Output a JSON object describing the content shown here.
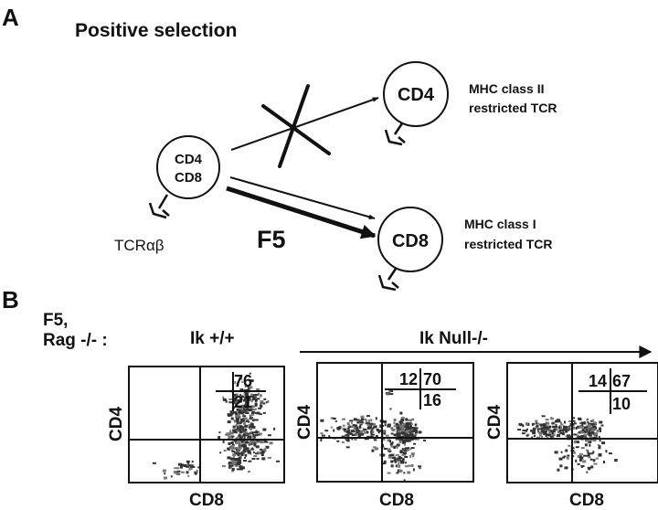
{
  "panel_a": {
    "letter": "A",
    "title": "Positive selection",
    "center_cell": {
      "line1": "CD4",
      "line2": "CD8"
    },
    "receptor_label": "TCRαβ",
    "top_cell": {
      "label": "CD4",
      "note_line1": "MHC class II",
      "note_line2": "restricted TCR"
    },
    "bottom_cell": {
      "label": "CD8",
      "note_line1": "MHC class I",
      "note_line2": "restricted TCR"
    },
    "transgene_label": "F5"
  },
  "panel_b": {
    "letter": "B",
    "row_label_line1": "F5,",
    "row_label_line2": "Rag -/- :",
    "wt_header": "Ik +/+",
    "null_header": "Ik Null-/-",
    "plots": [
      {
        "x_label": "CD8",
        "y_label": "CD4",
        "q_tl": "",
        "q_tr": "76",
        "q_br": "21"
      },
      {
        "x_label": "CD8",
        "y_label": "CD4",
        "q_tl": "12",
        "q_tr": "70",
        "q_br": "16"
      },
      {
        "x_label": "CD8",
        "y_label": "CD4",
        "q_tl": "14",
        "q_tr": "67",
        "q_br": "10"
      }
    ]
  }
}
